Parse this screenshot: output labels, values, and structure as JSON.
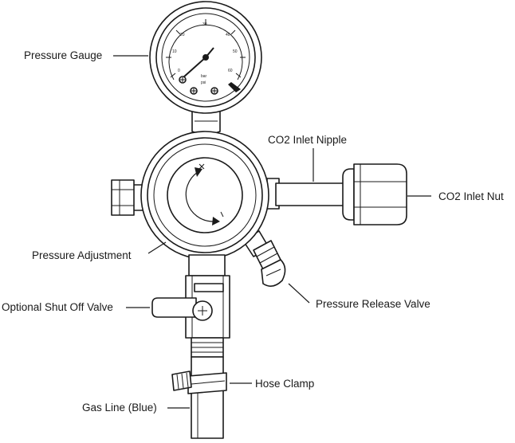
{
  "labels": {
    "pressure_gauge": "Pressure Gauge",
    "co2_inlet_nipple": "CO2 Inlet Nipple",
    "co2_inlet_nut": "CO2 Inlet Nut",
    "pressure_adjustment": "Pressure Adjustment",
    "optional_shut_off_valve": "Optional Shut Off Valve",
    "pressure_release_valve": "Pressure Release Valve",
    "hose_clamp": "Hose Clamp",
    "gas_line": "Gas Line (Blue)"
  },
  "gauge": {
    "ticks": [
      "0",
      "10",
      "20",
      "30",
      "40",
      "50",
      "60"
    ],
    "unit_top": "bar",
    "unit_bottom": "psi"
  },
  "dial": {
    "plus_sign": "+",
    "minus_sign": "-"
  }
}
